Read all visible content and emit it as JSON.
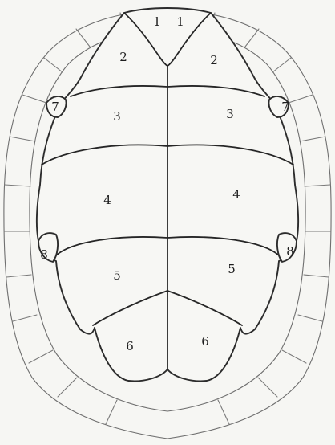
{
  "figure": {
    "scute_numbers": {
      "s1_left": "1",
      "s1_right": "1",
      "s2_left": "2",
      "s2_right": "2",
      "s3_left": "3",
      "s3_right": "3",
      "s4_left": "4",
      "s4_right": "4",
      "s5_left": "5",
      "s5_right": "5",
      "s6_left": "6",
      "s6_right": "6",
      "s7_left": "7",
      "s7_right": "7",
      "s8_left": "8",
      "s8_right": "8"
    }
  }
}
